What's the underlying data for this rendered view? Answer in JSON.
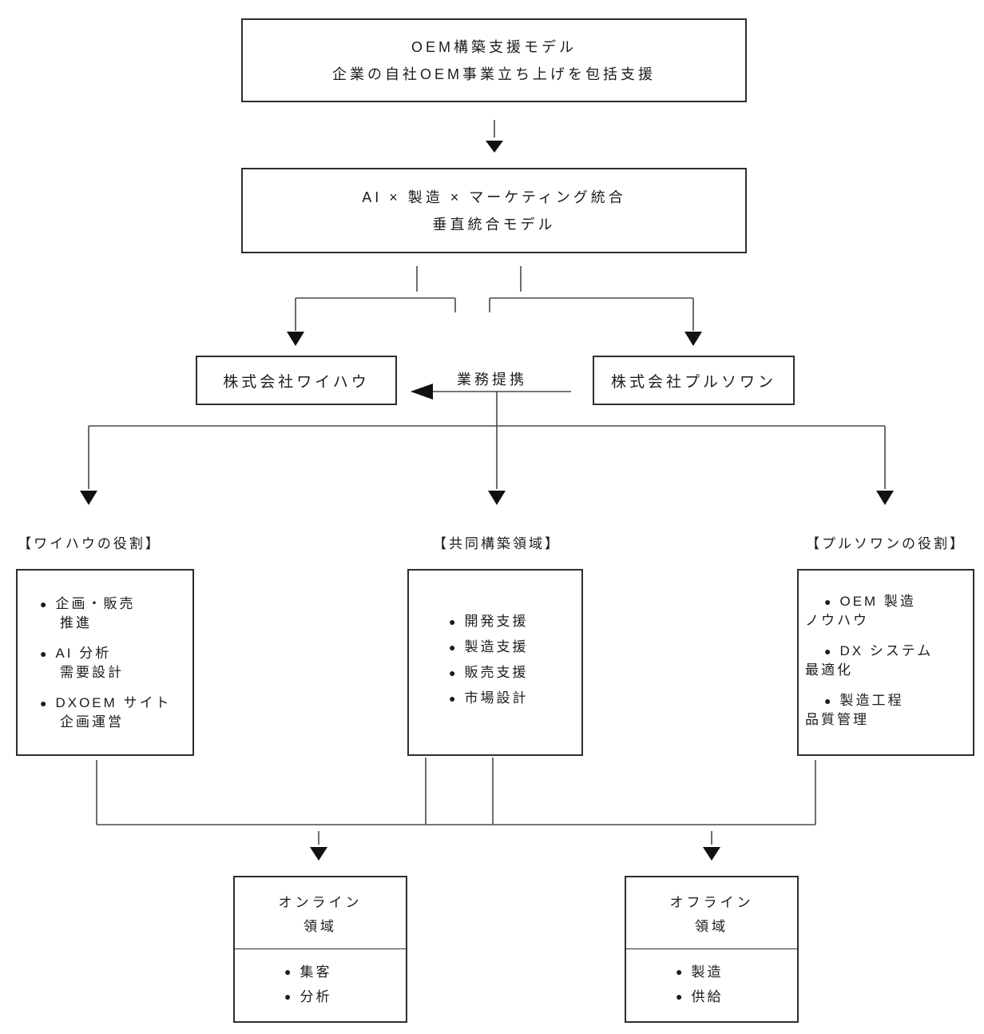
{
  "glyphs": {
    "bullet": "●"
  },
  "top_box": {
    "line1": "OEM構築支援モデル",
    "line2": "企業の自社OEM事業立ち上げを包括支援"
  },
  "model_box": {
    "line1": "AI × 製造 × マーケティング統合",
    "line2": "垂直統合モデル"
  },
  "companies": {
    "left": "株式会社ワイハウ",
    "right": "株式会社プルソワン"
  },
  "partnership": {
    "label": "業務提携"
  },
  "sections": [
    {
      "label": "【ワイハウの役割】",
      "items": [
        {
          "line1": "企画・販売",
          "line2": "推進"
        },
        {
          "line1": "AI 分析",
          "line2": "需要設計"
        },
        {
          "line1": "DXOEM サイト",
          "line2": "企画運営"
        }
      ]
    },
    {
      "label": "【共同構築領域】",
      "items": [
        {
          "line1": "開発支援"
        },
        {
          "line1": "製造支援"
        },
        {
          "line1": "販売支援"
        },
        {
          "line1": "市場設計"
        }
      ]
    },
    {
      "label": "【プルソワンの役割】",
      "items": [
        {
          "line1": "OEM 製造",
          "line2": "ノウハウ"
        },
        {
          "line1": "DX システム",
          "line2": "最適化"
        },
        {
          "line1": "製造工程",
          "line2": "品質管理"
        }
      ]
    }
  ],
  "bottom_boxes": [
    {
      "title_line1": "オンライン",
      "title_line2": "領域",
      "items": [
        "集客",
        "分析"
      ]
    },
    {
      "title_line1": "オフライン",
      "title_line2": "領域",
      "items": [
        "製造",
        "供給"
      ]
    }
  ],
  "colors": {
    "line": "#4a4a4a",
    "arrow": "#111111",
    "border": "#2e2e2e"
  }
}
